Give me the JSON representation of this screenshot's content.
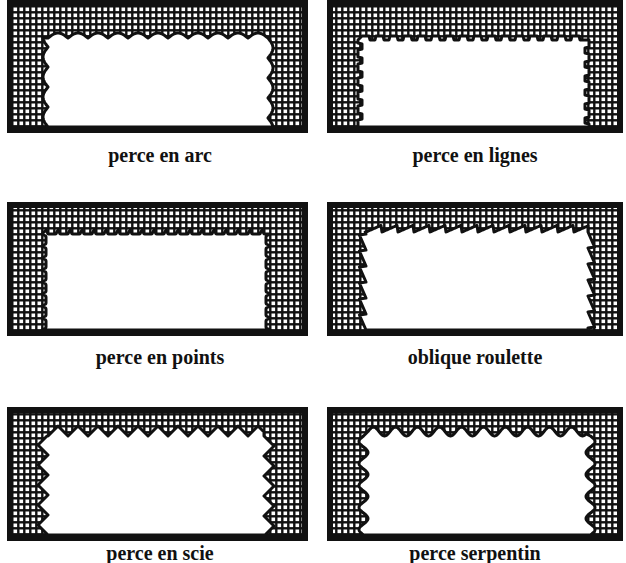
{
  "diagram": {
    "labels": [
      "perce en arc",
      "perce en lignes",
      "perce en points",
      "oblique roulette",
      "perce en scie",
      "perce serpentin"
    ]
  }
}
